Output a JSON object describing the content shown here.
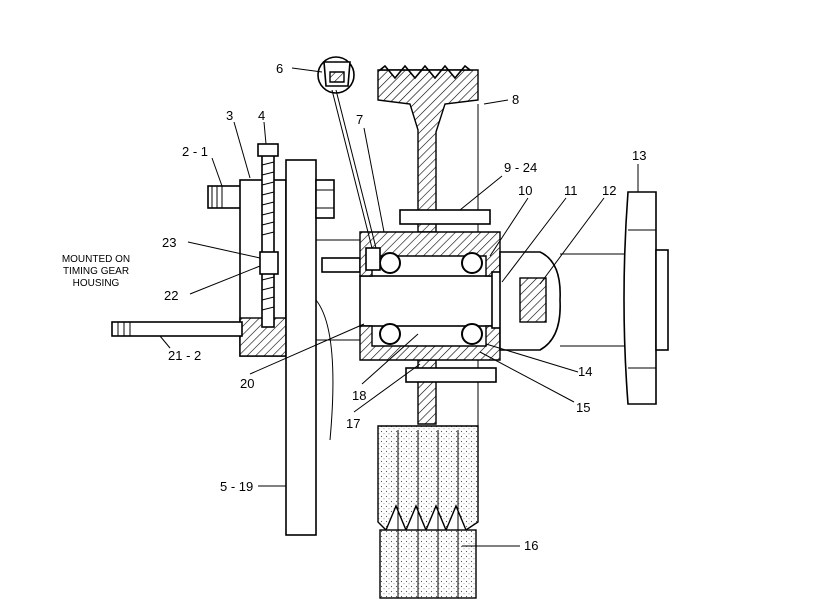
{
  "mount_note": {
    "line1": "MOUNTED ON",
    "line2": "TIMING GEAR",
    "line3": "HOUSING"
  },
  "labels": [
    {
      "id": "2-1",
      "text": "2 - 1"
    },
    {
      "id": "3",
      "text": "3"
    },
    {
      "id": "4",
      "text": "4"
    },
    {
      "id": "5-19",
      "text": "5 - 19"
    },
    {
      "id": "6",
      "text": "6"
    },
    {
      "id": "7",
      "text": "7"
    },
    {
      "id": "8",
      "text": "8"
    },
    {
      "id": "9-24",
      "text": "9 - 24"
    },
    {
      "id": "10",
      "text": "10"
    },
    {
      "id": "11",
      "text": "11"
    },
    {
      "id": "12",
      "text": "12"
    },
    {
      "id": "13",
      "text": "13"
    },
    {
      "id": "14",
      "text": "14"
    },
    {
      "id": "15",
      "text": "15"
    },
    {
      "id": "16",
      "text": "16"
    },
    {
      "id": "17",
      "text": "17"
    },
    {
      "id": "18",
      "text": "18"
    },
    {
      "id": "20",
      "text": "20"
    },
    {
      "id": "21-2",
      "text": "21 - 2"
    },
    {
      "id": "22",
      "text": "22"
    },
    {
      "id": "23",
      "text": "23"
    }
  ]
}
